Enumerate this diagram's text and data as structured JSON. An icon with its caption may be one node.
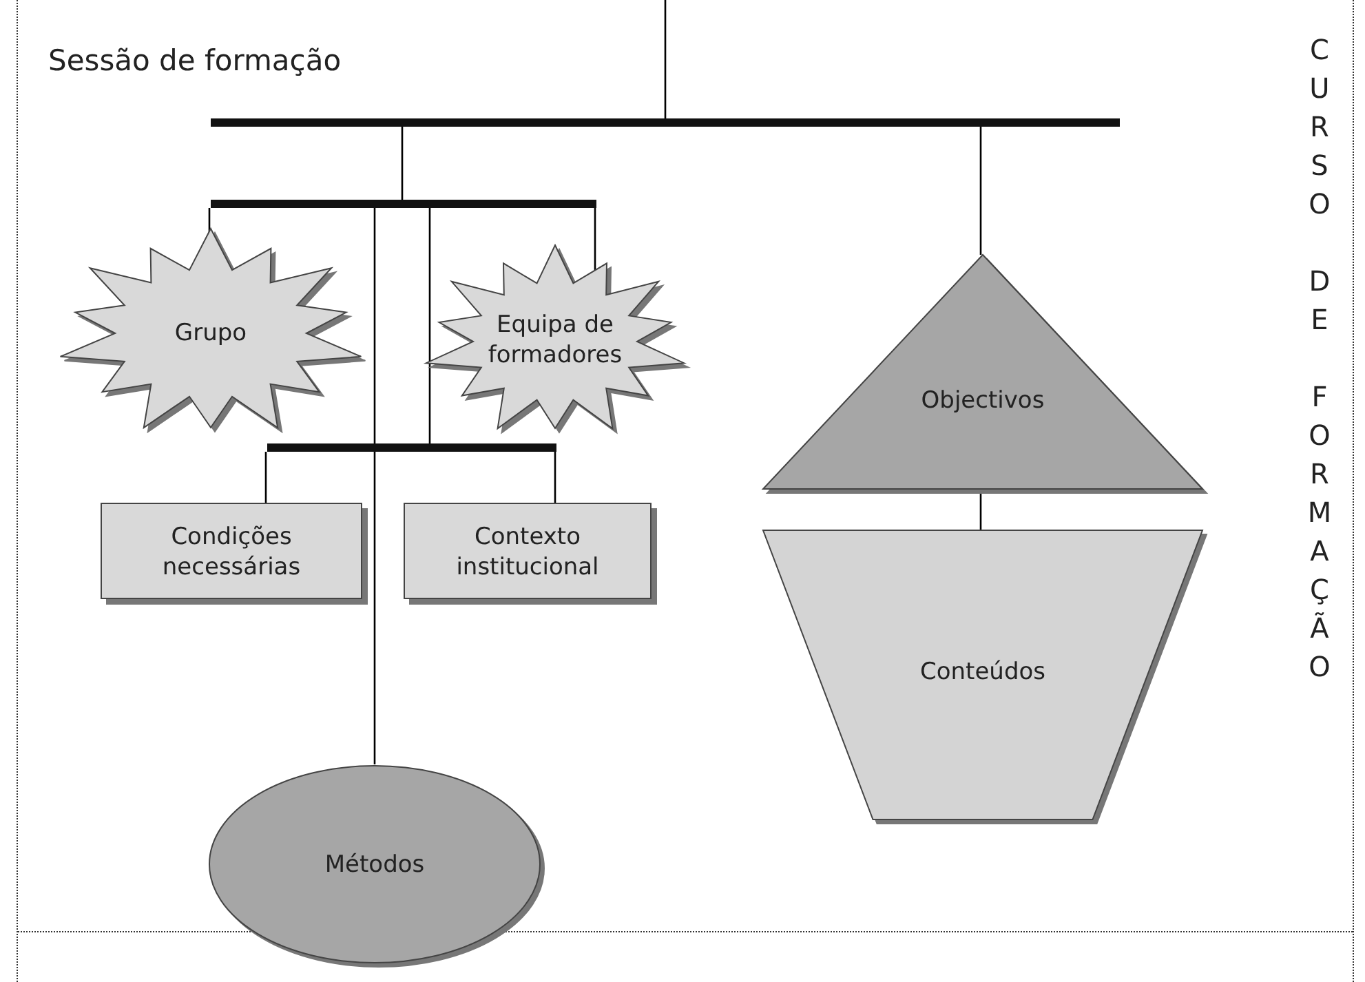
{
  "diagram": {
    "nodes": [
      {
        "text": [
          "Sessão de formação"
        ]
      },
      {
        "text": [],
        "shape": "bar",
        "in": 0
      },
      {
        "text": [],
        "shape": "bar",
        "in": 0
      },
      {
        "text": [],
        "shape": "bar",
        "in": 0
      },
      {
        "text": [
          "Grupo"
        ],
        "in": 0
      },
      {
        "text": [
          "Equipa de formadores"
        ],
        "in": 0
      },
      {
        "text": [
          "Objectivos"
        ],
        "in": 0
      },
      {
        "text": [
          "Condições necessárias"
        ],
        "in": 0
      },
      {
        "text": [
          "Contexto institucional"
        ],
        "in": 0
      },
      {
        "text": [
          "Métodos"
        ],
        "in": 0
      },
      {
        "text": [
          "Conteúdos"
        ],
        "in": 0
      }
    ],
    "edges": [
      {
        "from": null,
        "to": 1,
        "arrow": "none"
      },
      {
        "from": 1,
        "to": 2,
        "arrow": "none"
      },
      {
        "from": 1,
        "to": 6,
        "arrow": "none"
      },
      {
        "from": 2,
        "to": 4,
        "arrow": "none"
      },
      {
        "from": 2,
        "to": 5,
        "arrow": "none"
      },
      {
        "from": 2,
        "to": 9,
        "arrow": "none"
      },
      {
        "from": 2,
        "to": 3,
        "arrow": "none"
      },
      {
        "from": 3,
        "to": 7,
        "arrow": "none"
      },
      {
        "from": 3,
        "to": 8,
        "arrow": "none"
      },
      {
        "from": 6,
        "to": 10,
        "arrow": "none"
      }
    ],
    "labels": [
      "CURSO DE FORMAÇÃO"
    ]
  }
}
